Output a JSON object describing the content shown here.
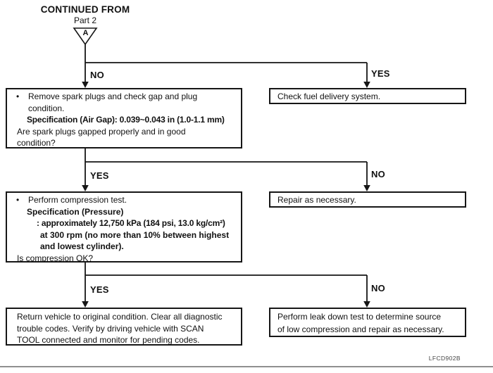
{
  "header": {
    "continued_from": "CONTINUED FROM",
    "part": "Part 2",
    "connector": "A"
  },
  "decisions": {
    "row1_left": "NO",
    "row1_right": "YES",
    "row2_left": "YES",
    "row2_right": "NO",
    "row3_left": "YES",
    "row3_right": "NO"
  },
  "boxes": {
    "spark_plugs": {
      "bullet": "•",
      "line1": "Remove spark plugs and check gap and plug",
      "line2": "condition.",
      "spec": "Specification (Air Gap): 0.039~0.043 in (1.0-1.1 mm)",
      "q1": "Are spark plugs gapped properly and in good",
      "q2": "condition?"
    },
    "check_fuel": {
      "text": "Check fuel delivery system."
    },
    "compression": {
      "bullet": "•",
      "line1": "Perform compression test.",
      "spec_title": "Specification (Pressure)",
      "spec1": ": approximately 12,750 kPa (184 psi, 13.0 kg/cm²)",
      "spec2": "at 300 rpm (no more than 10% between highest",
      "spec3": "and lowest cylinder).",
      "q": "Is compression OK?"
    },
    "repair": {
      "text": "Repair as necessary."
    },
    "return_vehicle": {
      "line1": "Return vehicle to original condition. Clear all diagnostic",
      "line2": "trouble codes. Verify by driving vehicle with SCAN",
      "line3": "TOOL connected and monitor for pending codes."
    },
    "leak_down": {
      "line1": "Perform leak down test to determine source",
      "line2": "of low compression and repair as necessary."
    }
  },
  "footer": {
    "code": "LFCD902B"
  }
}
